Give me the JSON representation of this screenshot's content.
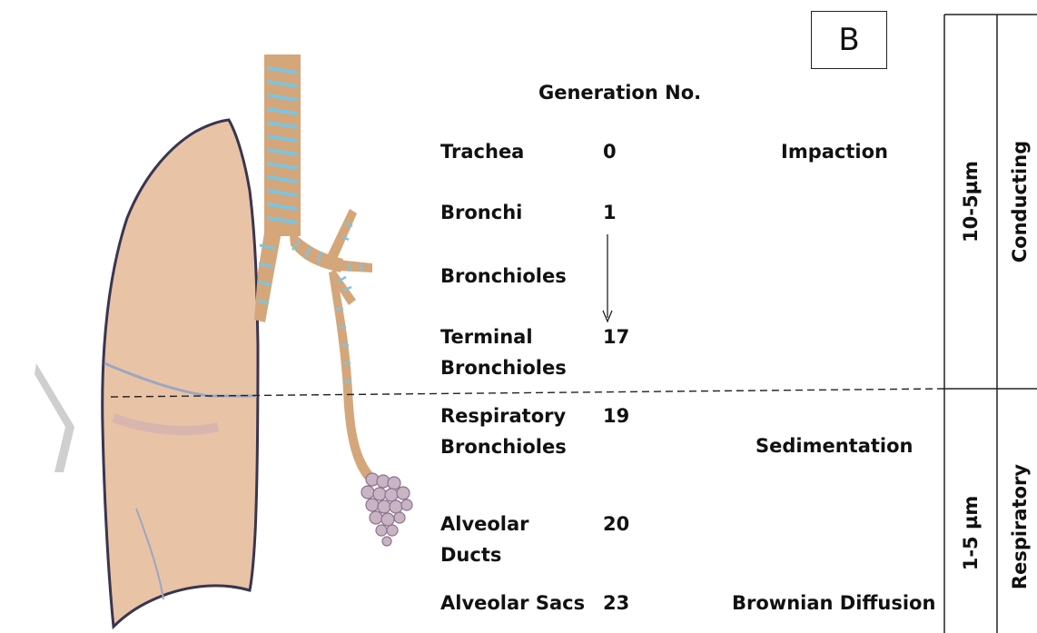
{
  "panel_label": "B",
  "header": "Generation No.",
  "rows": [
    {
      "name_lines": [
        "Trachea"
      ],
      "generation": "0"
    },
    {
      "name_lines": [
        "Bronchi"
      ],
      "generation": "1"
    },
    {
      "name_lines": [
        "Bronchioles"
      ],
      "generation": ""
    },
    {
      "name_lines": [
        "Terminal",
        "Bronchioles"
      ],
      "generation": "17"
    },
    {
      "name_lines": [
        "Respiratory",
        "Bronchioles"
      ],
      "generation": "19"
    },
    {
      "name_lines": [
        "Alveolar",
        "Ducts"
      ],
      "generation": "20"
    },
    {
      "name_lines": [
        "Alveolar Sacs"
      ],
      "generation": "23"
    }
  ],
  "mechanisms": [
    "Impaction",
    "Sedimentation",
    "Brownian Diffusion"
  ],
  "size_ranges": [
    "10-5µm",
    "1-5 µm"
  ],
  "zones": [
    "Conducting",
    "Respiratory"
  ],
  "colors": {
    "lung_fill": "#e9c3a6",
    "airway_wall": "#d4a67a",
    "airway_lumen": "#7fc4dd",
    "alveoli": "#c9b4c4",
    "outline": "#3a3550"
  }
}
